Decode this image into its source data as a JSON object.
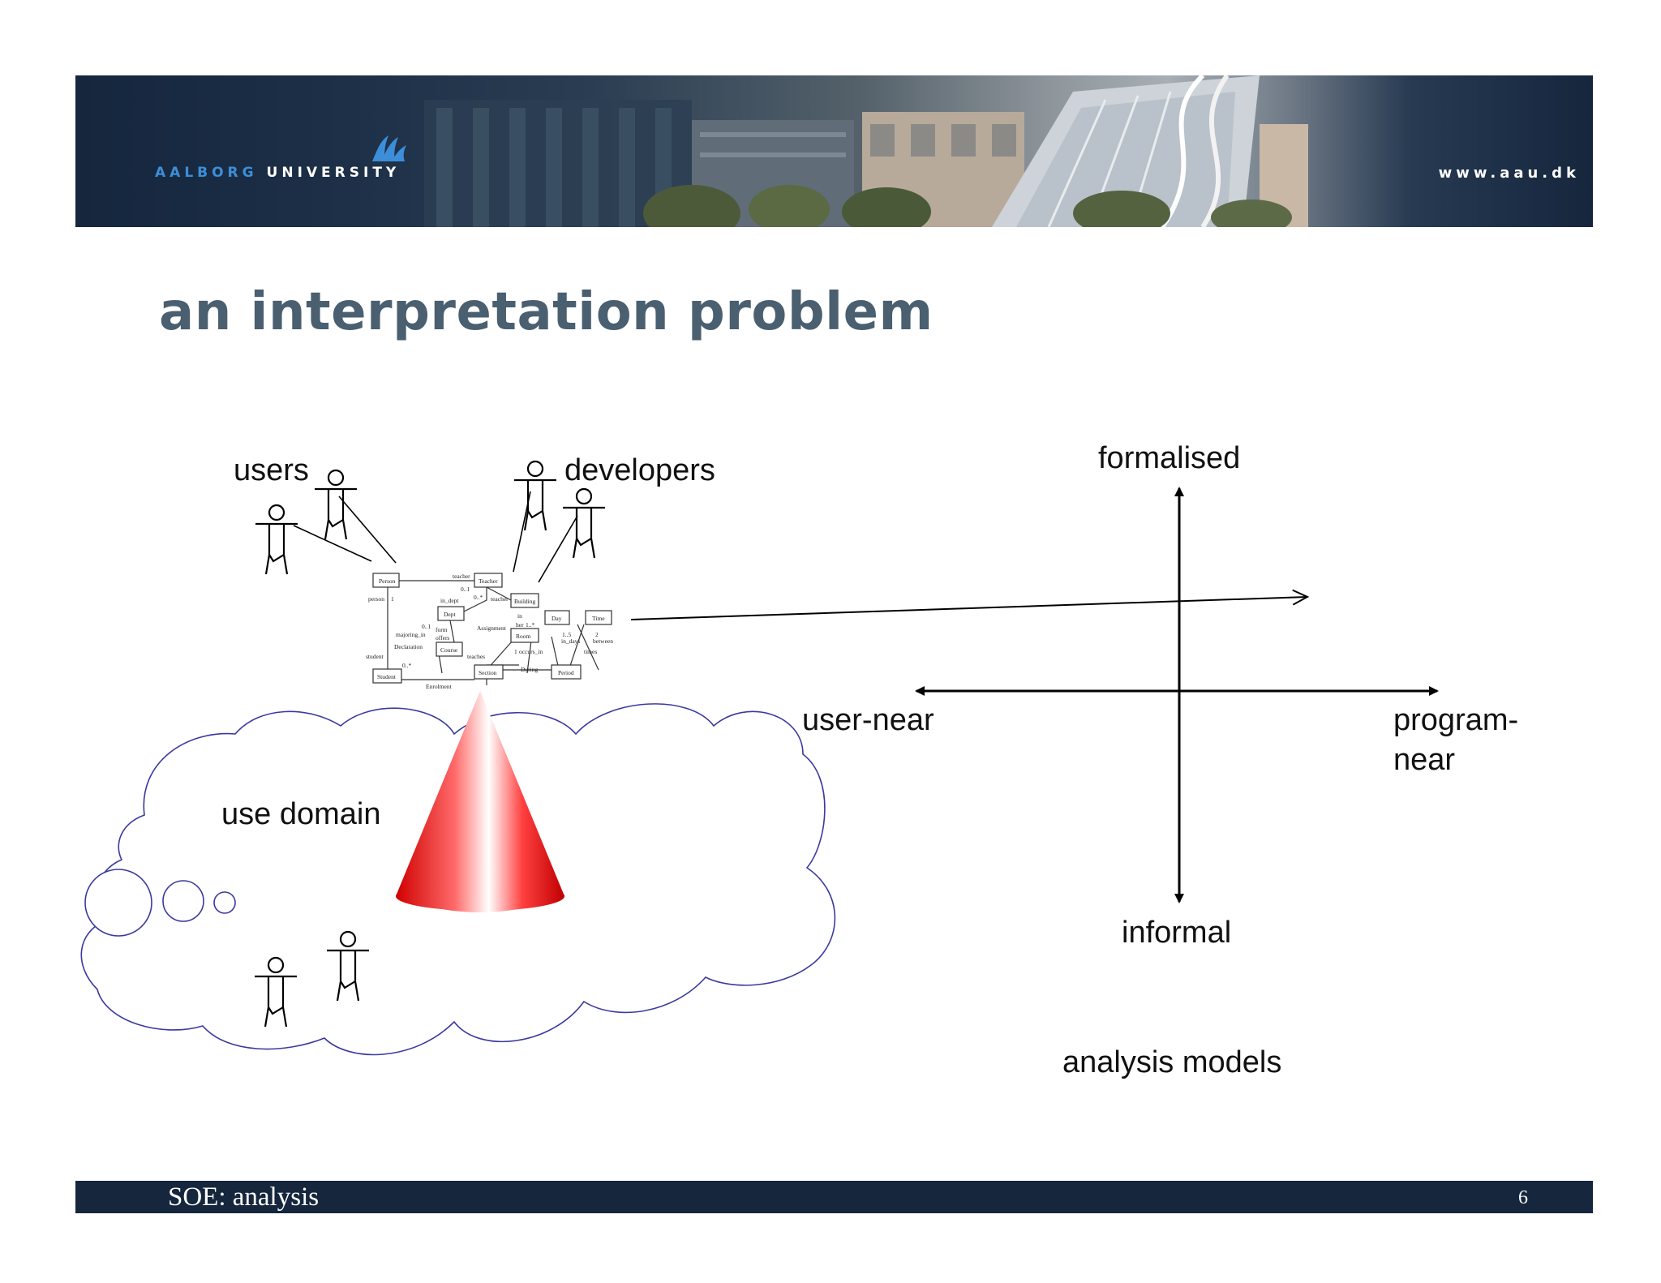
{
  "header": {
    "logo_part1": "AALBORG",
    "logo_part2": "UNIVERSITY",
    "url": "www.aau.dk"
  },
  "slide": {
    "title": "an interpretation problem"
  },
  "diagram": {
    "labels": {
      "users": "users",
      "developers": "developers",
      "use_domain": "use domain",
      "formalised": "formalised",
      "informal": "informal",
      "user_near": "user-near",
      "program_near_line1": "program-",
      "program_near_line2": "near",
      "analysis_models": "analysis models"
    },
    "uml": {
      "classes": [
        "Person",
        "Teacher",
        "Building",
        "Dept",
        "Day",
        "Time",
        "Room",
        "Course",
        "Student",
        "Section",
        "Period"
      ],
      "labels": [
        "teacher",
        "0..1",
        "in_dept",
        "0..*",
        "teacher",
        "person",
        "1",
        "in",
        "her",
        "1..*",
        "majoring_in",
        "0..1",
        "form",
        "offers",
        "Assignment",
        "1..5",
        "in_days",
        "2",
        "between",
        "times",
        "Declaration",
        "1",
        "occurs_in",
        "teaches",
        "student",
        "0..*",
        "Enrolment",
        "During"
      ]
    }
  },
  "colors": {
    "banner_dark": "#15263d",
    "title": "#4a5f70",
    "cloud_outline": "#3a3aa0",
    "cone_red": "#e00000",
    "logo_blue": "#3d8ed8"
  },
  "icons": {
    "actor": "stick-figure-icon",
    "logo": "aau-wave-logo-icon"
  },
  "footer": {
    "left": "SOE: analysis",
    "page": "6"
  }
}
